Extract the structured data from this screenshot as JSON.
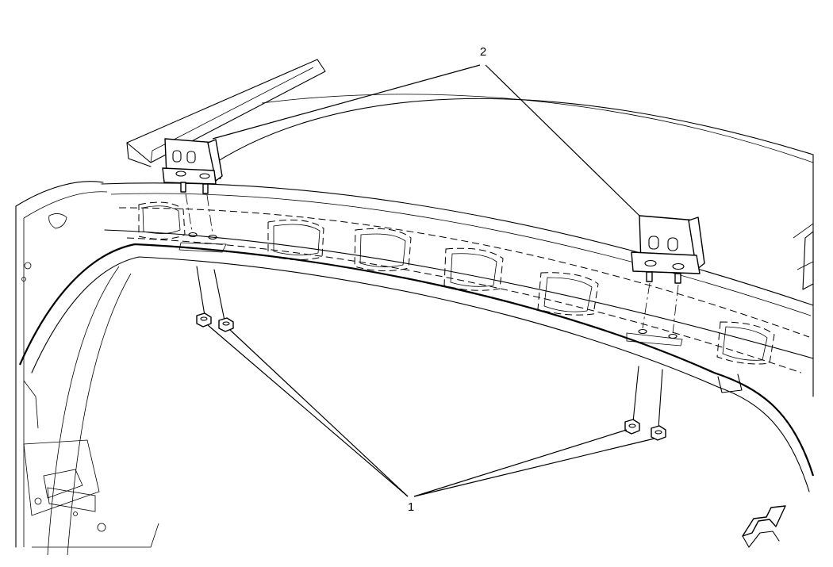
{
  "callouts": {
    "nuts": {
      "label": "1",
      "target_name": "hinge-nut"
    },
    "hinges": {
      "label": "2",
      "target_name": "hinge-bracket"
    }
  },
  "icons": {
    "view_direction": "view-direction-arrow-icon"
  },
  "colors": {
    "line": "#000000",
    "background": "#ffffff"
  }
}
